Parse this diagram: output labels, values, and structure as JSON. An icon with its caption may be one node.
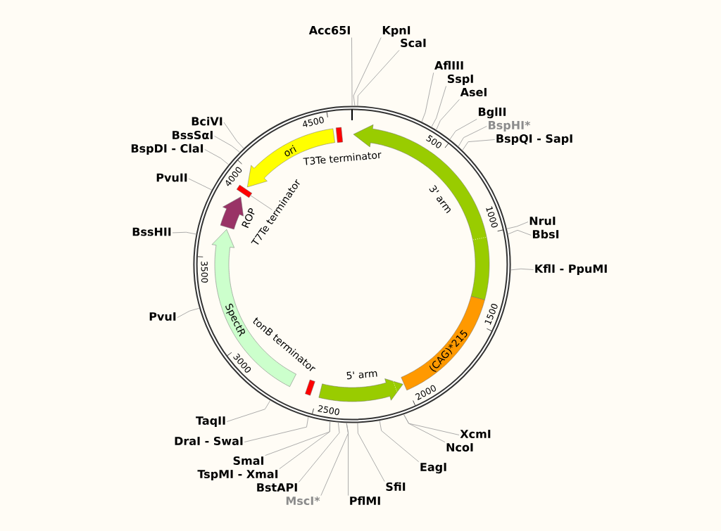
{
  "diagram": {
    "nodes": [
      {
        "text": [],
        "shape": "circle"
      },
      {
        "text": [
          "Acc65I"
        ]
      },
      {
        "text": [
          "KpnI"
        ]
      },
      {
        "text": [
          "ScaI"
        ]
      },
      {
        "text": [
          "AflIII"
        ]
      },
      {
        "text": [
          "SspI"
        ]
      },
      {
        "text": [
          "AseI"
        ]
      },
      {
        "text": [
          "BglII"
        ]
      },
      {
        "text": [
          "BspHI*"
        ]
      },
      {
        "text": [
          "BspQI - SapI"
        ]
      },
      {
        "text": [
          "NruI"
        ]
      },
      {
        "text": [
          "BbsI"
        ]
      },
      {
        "text": [
          "KflI - PpuMI"
        ]
      },
      {
        "text": [
          "XcmI"
        ]
      },
      {
        "text": [
          "NcoI"
        ]
      },
      {
        "text": [
          "EagI"
        ]
      },
      {
        "text": [
          "SfiI"
        ]
      },
      {
        "text": [
          "PflMI"
        ]
      },
      {
        "text": [
          "MscI*"
        ]
      },
      {
        "text": [
          "BstAPI"
        ]
      },
      {
        "text": [
          "TspMI - XmaI"
        ]
      },
      {
        "text": [
          "SmaI"
        ]
      },
      {
        "text": [
          "DraI - SwaI"
        ]
      },
      {
        "text": [
          "TaqII"
        ]
      },
      {
        "text": [
          "PvuI"
        ]
      },
      {
        "text": [
          "BssHII"
        ]
      },
      {
        "text": [
          "PvuII"
        ]
      },
      {
        "text": [
          "BspDI - ClaI"
        ]
      },
      {
        "text": [
          "BssSαI"
        ]
      },
      {
        "text": [
          "BciVI"
        ]
      },
      {
        "text": [],
        "shape": "box",
        "in": 0
      },
      {
        "text": [
          "ori"
        ],
        "in": 0
      },
      {
        "text": [],
        "shape": "arrow",
        "beside": [
          "3' arm"
        ],
        "in": 0
      },
      {
        "text": [
          "(CAG)*215"
        ],
        "in": 0
      },
      {
        "text": [],
        "shape": "arrow",
        "beside": [
          "5' arm"
        ],
        "in": 0
      },
      {
        "text": [],
        "shape": "box",
        "in": 0
      },
      {
        "text": [
          "SpectR"
        ],
        "in": 0
      },
      {
        "text": [],
        "shape": "arrow",
        "beside": [
          "ROP"
        ],
        "in": 0
      },
      {
        "text": [],
        "shape": "box",
        "in": 0
      },
      {
        "text": [
          "T7Te terminator"
        ],
        "in": 0
      }
    ],
    "edges": [
      {
        "from": 1,
        "to": 0,
        "arrow": "none"
      },
      {
        "from": 2,
        "to": 0,
        "arrow": "none"
      },
      {
        "from": 3,
        "to": 0,
        "arrow": "none"
      },
      {
        "from": 4,
        "to": 0,
        "arrow": "none"
      },
      {
        "from": 5,
        "to": 0,
        "arrow": "none"
      },
      {
        "from": 6,
        "to": 0,
        "arrow": "none"
      },
      {
        "from": 7,
        "to": 0,
        "arrow": "none"
      },
      {
        "from": 8,
        "to": 0,
        "arrow": "none"
      },
      {
        "from": 9,
        "to": 0,
        "arrow": "none"
      },
      {
        "from": 10,
        "to": 0,
        "arrow": "none"
      },
      {
        "from": 11,
        "to": 0,
        "arrow": "none"
      },
      {
        "from": 12,
        "to": 0,
        "arrow": "none"
      },
      {
        "from": 13,
        "to": 0,
        "arrow": "none"
      },
      {
        "from": 14,
        "to": 0,
        "arrow": "none"
      },
      {
        "from": 15,
        "to": 0,
        "arrow": "none"
      },
      {
        "from": 16,
        "to": 0,
        "arrow": "none"
      },
      {
        "from": 17,
        "to": 0,
        "arrow": "none"
      },
      {
        "from": 18,
        "to": 0,
        "arrow": "none"
      },
      {
        "from": 19,
        "to": 0,
        "arrow": "none"
      },
      {
        "from": 20,
        "to": 0,
        "arrow": "none"
      },
      {
        "from": 21,
        "to": 0,
        "arrow": "none"
      },
      {
        "from": 22,
        "to": 0,
        "arrow": "none"
      },
      {
        "from": 23,
        "to": 0,
        "arrow": "none"
      },
      {
        "from": 24,
        "to": 0,
        "arrow": "none"
      },
      {
        "from": 25,
        "to": 0,
        "arrow": "none"
      },
      {
        "from": 26,
        "to": 0,
        "arrow": "none"
      },
      {
        "from": 27,
        "to": 0,
        "arrow": "none"
      },
      {
        "from": 28,
        "to": 0,
        "arrow": "none"
      },
      {
        "from": 29,
        "to": 0,
        "arrow": "none"
      },
      {
        "from": 39,
        "to": 38,
        "arrow": "none"
      }
    ],
    "labels": [
      "500",
      "1000",
      "1500",
      "2000",
      "2500",
      "3000",
      "3500",
      "4000",
      "4500",
      "T3Te terminator",
      "tonB terminator"
    ]
  }
}
